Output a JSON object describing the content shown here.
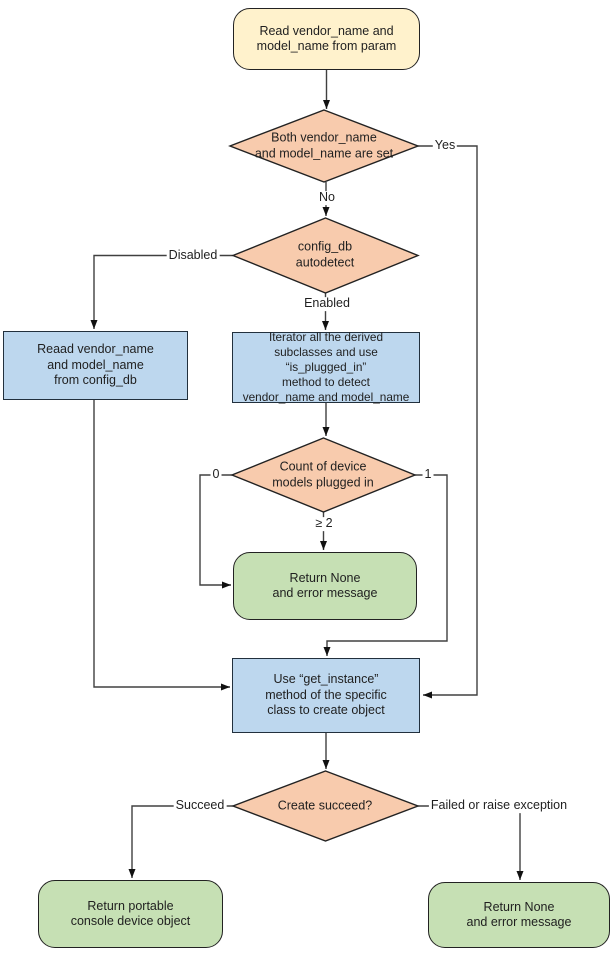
{
  "diagram": {
    "kind": "flowchart",
    "background": "#ffffff"
  },
  "colors": {
    "start_fill": "#fff2cc",
    "decision_fill": "#f8cbad",
    "process_fill": "#bdd7ee",
    "return_fill": "#c6e0b4",
    "line": "#404040",
    "arrow": "#111111",
    "border": "#222222",
    "text": "#1f1f1f"
  },
  "nodes": {
    "start": {
      "type": "terminator",
      "label": "Read vendor_name and\nmodel_name from param"
    },
    "decision_both_set": {
      "type": "decision",
      "label": "Both vendor_name\nand model_name are set"
    },
    "decision_autodetect": {
      "type": "decision",
      "label": "config_db\nautodetect"
    },
    "read_config_db": {
      "type": "process",
      "label": "Reaad vendor_name\nand model_name\nfrom config_db"
    },
    "iterate_subclasses": {
      "type": "process",
      "label": "Iterator all the derived\nsubclasses and use “is_plugged_in”\nmethod to detect\nvendor_name and model_name"
    },
    "decision_count": {
      "type": "decision",
      "label": "Count of device\nmodels plugged in"
    },
    "return_none_mid": {
      "type": "terminator",
      "label": "Return None\nand error message"
    },
    "get_instance": {
      "type": "process",
      "label": "Use “get_instance”\nmethod of the specific\nclass to create object"
    },
    "decision_create": {
      "type": "decision",
      "label": "Create succeed?"
    },
    "return_portable": {
      "type": "terminator",
      "label": "Return portable\nconsole device object"
    },
    "return_none_bottom": {
      "type": "terminator",
      "label": "Return None\nand error message"
    }
  },
  "edge_labels": {
    "yes": "Yes",
    "no": "No",
    "disabled": "Disabled",
    "enabled": "Enabled",
    "zero": "0",
    "one": "1",
    "gte2": "≥ 2",
    "succeed": "Succeed",
    "failed": "Failed or raise exception"
  }
}
